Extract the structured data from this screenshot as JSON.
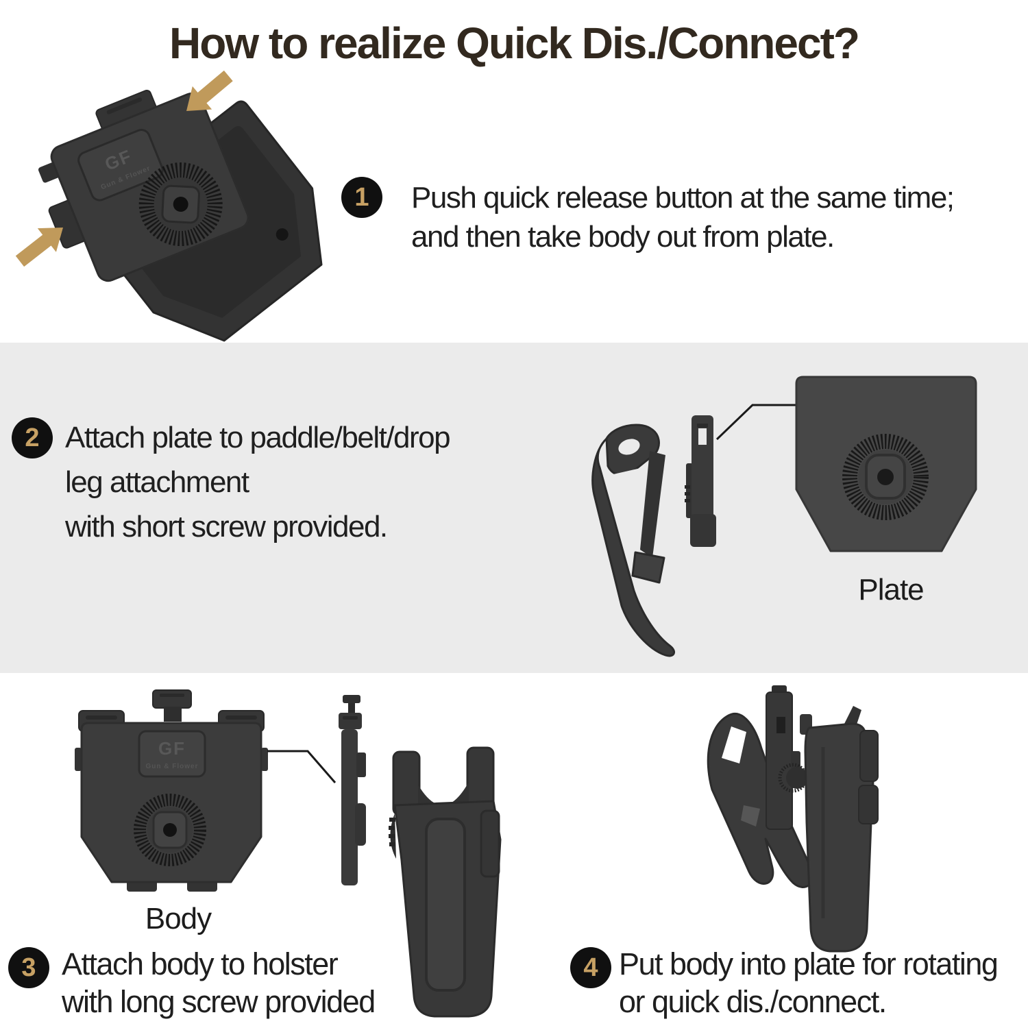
{
  "title": "How to realize Quick Dis./Connect?",
  "logo": {
    "initials": "GF",
    "brand": "Gun & Flower"
  },
  "steps": {
    "s1": {
      "num": "1",
      "line1": "Push quick release button at the same time;",
      "line2": "and then take body out from plate."
    },
    "s2": {
      "num": "2",
      "line1": "Attach plate to paddle/belt/drop",
      "line2": "leg attachment",
      "line3": "with short screw provided."
    },
    "s3": {
      "num": "3",
      "line1": "Attach body to holster",
      "line2": "with long screw provided"
    },
    "s4": {
      "num": "4",
      "line1": "Put body into plate for rotating",
      "line2": "or quick dis./connect."
    }
  },
  "labels": {
    "plate": "Plate",
    "body": "Body"
  },
  "colors": {
    "accent_tan": "#c09a5b",
    "badge_background": "#101010",
    "badge_number": "#c7a164",
    "title_text": "#32291f",
    "body_text": "#1f1f1f",
    "band_gray": "#ebebeb",
    "product_dark": "#3a3a3a"
  }
}
